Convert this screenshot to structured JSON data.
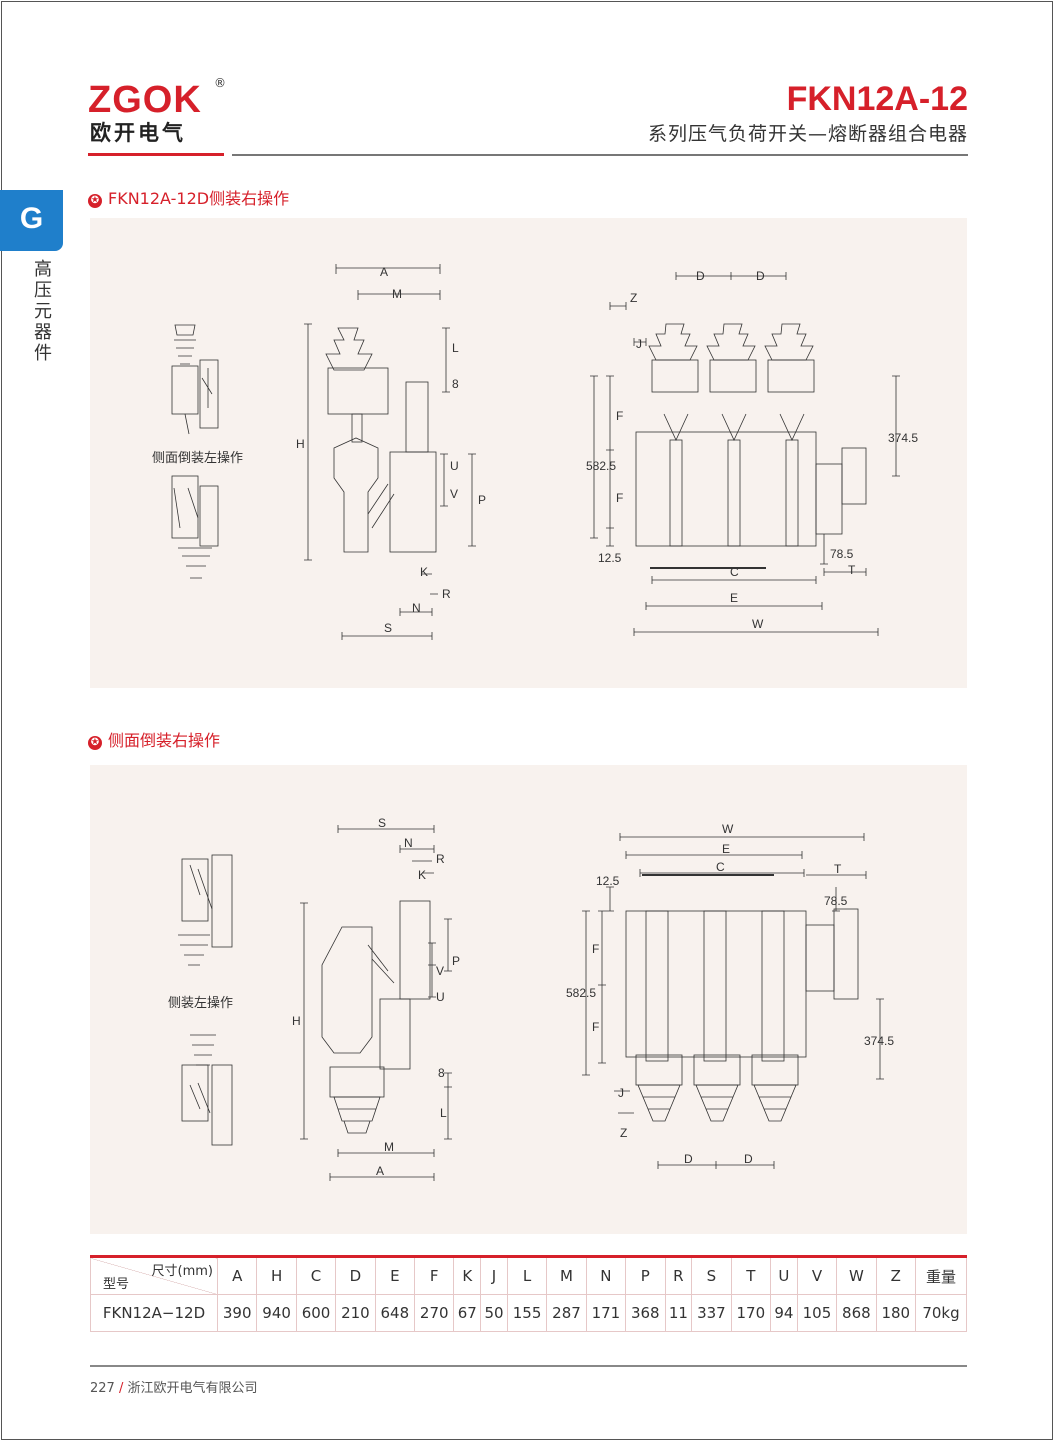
{
  "header": {
    "logo_text": "ZGOK",
    "logo_reg": "®",
    "logo_sub": "欧开电气",
    "product_title": "FKN12A-12",
    "product_subtitle": "系列压气负荷开关—熔断器组合电器"
  },
  "side_tab": {
    "letter": "G",
    "label": "高压元器件"
  },
  "section1": {
    "title": "FKN12A-12D侧装右操作",
    "caption": "侧面倒装左操作",
    "side_dims": {
      "A": "A",
      "M": "M",
      "L": "L",
      "d8": "8",
      "H": "H",
      "U": "U",
      "V": "V",
      "P": "P",
      "K": "K",
      "R": "R",
      "N": "N",
      "S": "S"
    },
    "front_dims": {
      "D1": "D",
      "D2": "D",
      "Z": "Z",
      "J": "J",
      "F1": "F",
      "F2": "F",
      "d5825": "582.5",
      "d125": "12.5",
      "d3745": "374.5",
      "d785": "78.5",
      "T": "T",
      "C": "C",
      "E": "E",
      "W": "W"
    }
  },
  "section2": {
    "title": "侧面倒装右操作",
    "caption": "侧装左操作",
    "side_dims": {
      "S": "S",
      "N": "N",
      "R": "R",
      "K": "K",
      "H": "H",
      "V": "V",
      "P": "P",
      "U": "U",
      "d8": "8",
      "L": "L",
      "M": "M",
      "A": "A"
    },
    "front_dims": {
      "W": "W",
      "E": "E",
      "C": "C",
      "T": "T",
      "d125": "12.5",
      "d785": "78.5",
      "F1": "F",
      "F2": "F",
      "d5825": "582.5",
      "d3745": "374.5",
      "J": "J",
      "Z": "Z",
      "D1": "D",
      "D2": "D"
    }
  },
  "table": {
    "corner_top": "尺寸(mm)",
    "corner_bottom": "型号",
    "columns": [
      "A",
      "H",
      "C",
      "D",
      "E",
      "F",
      "K",
      "J",
      "L",
      "M",
      "N",
      "P",
      "R",
      "S",
      "T",
      "U",
      "V",
      "W",
      "Z",
      "重量"
    ],
    "rows": [
      {
        "model": "FKN12A−12D",
        "values": [
          "390",
          "940",
          "600",
          "210",
          "648",
          "270",
          "67",
          "50",
          "155",
          "287",
          "171",
          "368",
          "11",
          "337",
          "170",
          "94",
          "105",
          "868",
          "180",
          "70kg"
        ]
      }
    ]
  },
  "footer": {
    "page": "227",
    "sep": "/",
    "company": "浙江欧开电气有限公司"
  }
}
